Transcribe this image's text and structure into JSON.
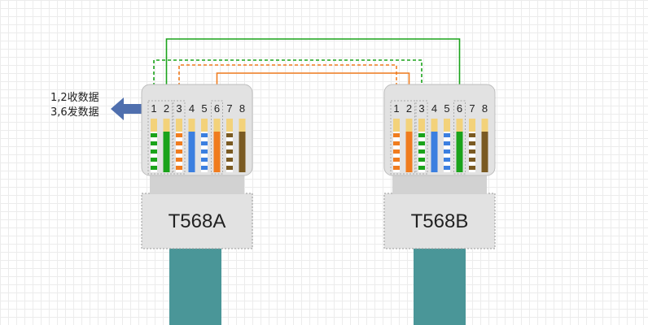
{
  "notes": [
    "1,2收数据",
    "3,6发数据"
  ],
  "connectors": [
    {
      "name": "left",
      "standard": "T568A",
      "wires": [
        {
          "pin": "1",
          "color": "#1aa31a",
          "striped": true
        },
        {
          "pin": "2",
          "color": "#1aa31a",
          "striped": false
        },
        {
          "pin": "3",
          "color": "#f07c1e",
          "striped": true
        },
        {
          "pin": "4",
          "color": "#3b7fe0",
          "striped": false
        },
        {
          "pin": "5",
          "color": "#3b7fe0",
          "striped": true
        },
        {
          "pin": "6",
          "color": "#f07c1e",
          "striped": false
        },
        {
          "pin": "7",
          "color": "#7a5a22",
          "striped": true
        },
        {
          "pin": "8",
          "color": "#7a5a22",
          "striped": false
        }
      ]
    },
    {
      "name": "right",
      "standard": "T568B",
      "wires": [
        {
          "pin": "1",
          "color": "#f07c1e",
          "striped": true
        },
        {
          "pin": "2",
          "color": "#f07c1e",
          "striped": false
        },
        {
          "pin": "3",
          "color": "#1aa31a",
          "striped": true
        },
        {
          "pin": "4",
          "color": "#3b7fe0",
          "striped": false
        },
        {
          "pin": "5",
          "color": "#3b7fe0",
          "striped": true
        },
        {
          "pin": "6",
          "color": "#1aa31a",
          "striped": false
        },
        {
          "pin": "7",
          "color": "#7a5a22",
          "striped": true
        },
        {
          "pin": "8",
          "color": "#7a5a22",
          "striped": false
        }
      ]
    }
  ],
  "links": [
    {
      "from": "1",
      "to": "3",
      "color": "#1aa31a",
      "dashed": true
    },
    {
      "from": "2",
      "to": "6",
      "color": "#1aa31a",
      "dashed": false
    },
    {
      "from": "3",
      "to": "1",
      "color": "#f07c1e",
      "dashed": true
    },
    {
      "from": "6",
      "to": "2",
      "color": "#f07c1e",
      "dashed": false
    }
  ],
  "colors": {
    "housing": "#e2e2e2",
    "housing_dark": "#d2d2d2",
    "cable": "#4a9698",
    "arrow": "#4f6fae",
    "contact": "#f3d27a"
  }
}
